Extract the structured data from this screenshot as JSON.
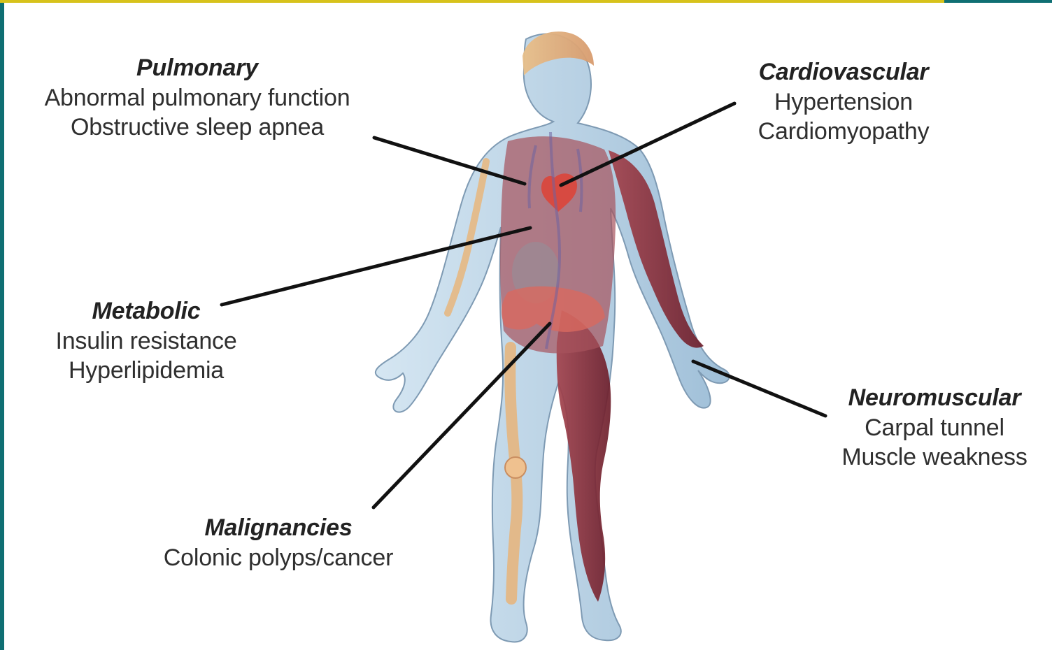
{
  "labels": {
    "pulmonary": {
      "title": "Pulmonary",
      "lines": [
        "Abnormal pulmonary function",
        "Obstructive sleep apnea"
      ]
    },
    "cardiovascular": {
      "title": "Cardiovascular",
      "lines": [
        "Hypertension",
        "Cardiomyopathy"
      ]
    },
    "metabolic": {
      "title": "Metabolic",
      "lines": [
        "Insulin resistance",
        "Hyperlipidemia"
      ]
    },
    "malignancies": {
      "title": "Malignancies",
      "lines": [
        "Colonic polyps/cancer"
      ]
    },
    "neuromuscular": {
      "title": "Neuromuscular",
      "lines": [
        "Carpal tunnel",
        "Muscle weakness"
      ]
    }
  },
  "colors": {
    "frame": "#0f6f73",
    "top_rule": "#d7c21b",
    "background": "#ffffff",
    "text": "#2f2f2f",
    "pointer": "#111111",
    "skin": "#b9d3e6",
    "muscle": "#8f2f35",
    "bone": "#e6b67f",
    "organs": "#c7554f"
  },
  "icons": {
    "figure": "human-body-anatomy-icon"
  }
}
